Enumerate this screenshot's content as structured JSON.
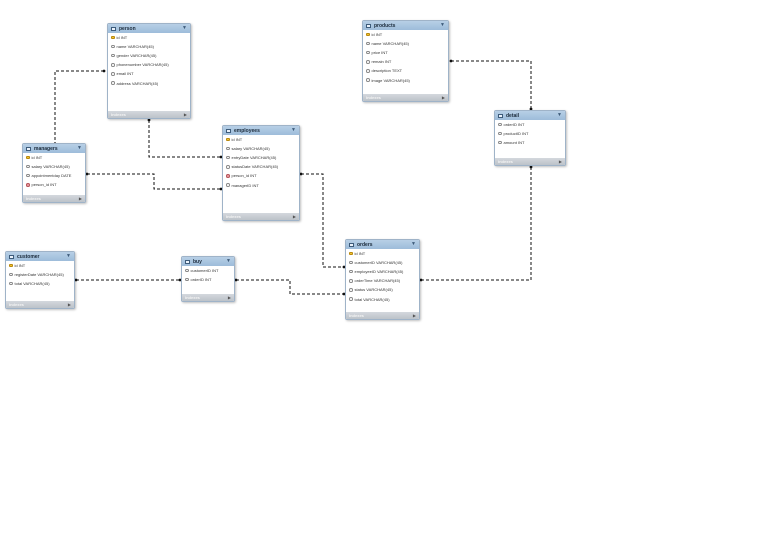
{
  "diagram": {
    "tables": [
      {
        "id": "person",
        "name": "person",
        "footer": "Indexes",
        "columns": [
          {
            "text": "id INT",
            "key": "pk"
          },
          {
            "text": "name VARCHAR(45)",
            "key": ""
          },
          {
            "text": "gender VARCHAR(45)",
            "key": ""
          },
          {
            "text": "phonenumber VARCHAR(45)",
            "key": ""
          },
          {
            "text": "email INT",
            "key": ""
          },
          {
            "text": "address VARCHAR(45)",
            "key": ""
          }
        ]
      },
      {
        "id": "products",
        "name": "products",
        "footer": "Indexes",
        "columns": [
          {
            "text": "id INT",
            "key": "pk"
          },
          {
            "text": "name VARCHAR(45)",
            "key": ""
          },
          {
            "text": "price INT",
            "key": ""
          },
          {
            "text": "remain INT",
            "key": ""
          },
          {
            "text": "description TEXT",
            "key": ""
          },
          {
            "text": "image VARCHAR(45)",
            "key": ""
          }
        ]
      },
      {
        "id": "managers",
        "name": "managers",
        "footer": "Indexes",
        "columns": [
          {
            "text": "id INT",
            "key": "pk"
          },
          {
            "text": "salary VARCHAR(45)",
            "key": ""
          },
          {
            "text": "appointmentday DATE",
            "key": ""
          },
          {
            "text": "person_id INT",
            "key": "fk"
          }
        ]
      },
      {
        "id": "employees",
        "name": "employees",
        "footer": "Indexes",
        "columns": [
          {
            "text": "id INT",
            "key": "pk"
          },
          {
            "text": "salary VARCHAR(45)",
            "key": ""
          },
          {
            "text": "entryDate VARCHAR(45)",
            "key": ""
          },
          {
            "text": "statusDate VARCHAR(45)",
            "key": ""
          },
          {
            "text": "person_id INT",
            "key": "fk"
          },
          {
            "text": "managerID INT",
            "key": ""
          }
        ]
      },
      {
        "id": "detail",
        "name": "detail",
        "footer": "Indexes",
        "columns": [
          {
            "text": "orderID INT",
            "key": ""
          },
          {
            "text": "productID INT",
            "key": ""
          },
          {
            "text": "amount INT",
            "key": ""
          }
        ]
      },
      {
        "id": "customer",
        "name": "customer",
        "footer": "Indexes",
        "columns": [
          {
            "text": "id INT",
            "key": "pk"
          },
          {
            "text": "registerDate VARCHAR(45)",
            "key": ""
          },
          {
            "text": "total VARCHAR(45)",
            "key": ""
          }
        ]
      },
      {
        "id": "buy",
        "name": "buy",
        "footer": "Indexes",
        "columns": [
          {
            "text": "customerID INT",
            "key": ""
          },
          {
            "text": "orderID INT",
            "key": ""
          }
        ]
      },
      {
        "id": "orders",
        "name": "orders",
        "footer": "Indexes",
        "columns": [
          {
            "text": "id INT",
            "key": "pk"
          },
          {
            "text": "customerID VARCHAR(45)",
            "key": ""
          },
          {
            "text": "employeeID VARCHAR(45)",
            "key": ""
          },
          {
            "text": "orderTime VARCHAR(45)",
            "key": ""
          },
          {
            "text": "status VARCHAR(45)",
            "key": ""
          },
          {
            "text": "total VARCHAR(45)",
            "key": ""
          }
        ]
      }
    ],
    "relationships": [
      {
        "id": "person-managers",
        "from": "person",
        "to": "managers"
      },
      {
        "id": "person-employees",
        "from": "person",
        "to": "employees"
      },
      {
        "id": "managers-employees",
        "from": "managers",
        "to": "employees"
      },
      {
        "id": "products-detail",
        "from": "products",
        "to": "detail"
      },
      {
        "id": "employees-orders",
        "from": "employees",
        "to": "orders"
      },
      {
        "id": "detail-orders",
        "from": "detail",
        "to": "orders"
      },
      {
        "id": "customer-buy",
        "from": "customer",
        "to": "buy"
      },
      {
        "id": "buy-orders",
        "from": "buy",
        "to": "orders"
      }
    ],
    "colors": {
      "header": "#9dbcda",
      "border": "#9fb3c8",
      "line": "#111111",
      "footer": "#bcc2c9",
      "pk": "#f2c230",
      "fk": "#e89aa0"
    }
  }
}
